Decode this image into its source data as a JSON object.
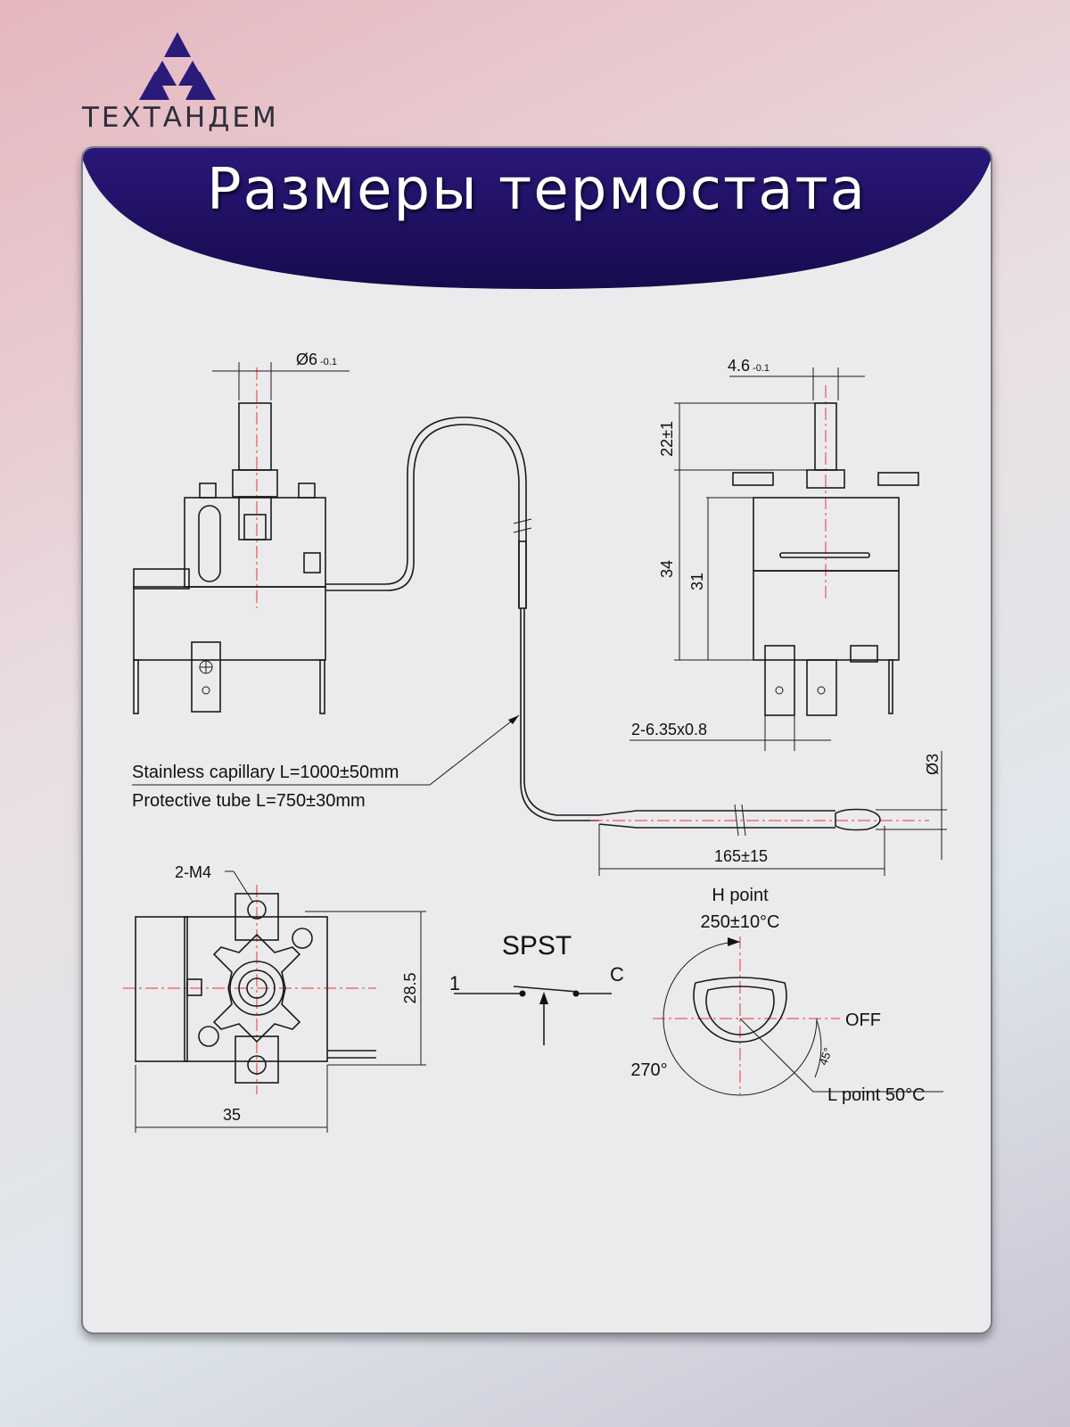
{
  "brand": {
    "name": "ТЕХТАНДЕМ"
  },
  "title": "Размеры термостата",
  "colors": {
    "banner": "#1f0e63",
    "accent_line": "#e33333",
    "logo": "#2a1a7a"
  },
  "front_view": {
    "shaft_diameter": "Ø6",
    "shaft_tol": "-0.1"
  },
  "side_view": {
    "shaft_width": "4.6",
    "shaft_tol": "-0.1",
    "shaft_height": "22±1",
    "height_total": "34",
    "height_body": "31",
    "terminals": "2-6.35x0.8"
  },
  "capillary": {
    "line1": "Stainless capillary L=1000±50mm",
    "line2": "Protective tube L=750±30mm"
  },
  "bulb": {
    "diameter": "Ø3",
    "length": "165±15"
  },
  "bottom_view": {
    "holes": "2-M4",
    "height": "28.5",
    "width": "35"
  },
  "switch": {
    "type": "SPST",
    "pin1": "1",
    "pinC": "C"
  },
  "dial": {
    "h_label": "H point",
    "h_value": "250±10°C",
    "rotation": "270°",
    "angle": "45°",
    "off": "OFF",
    "l_label": "L point 50°C"
  }
}
